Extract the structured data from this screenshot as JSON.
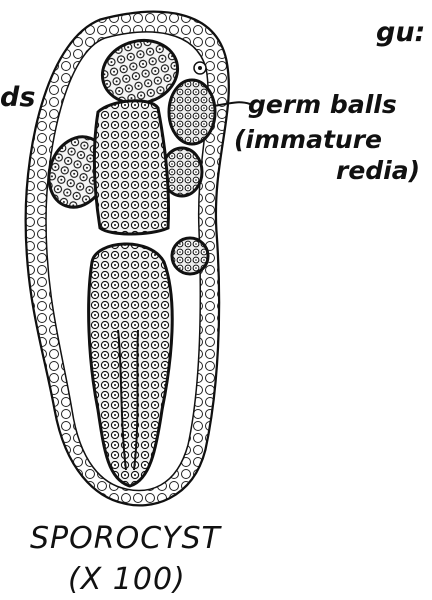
{
  "labels": {
    "corner_fragment": "gu:",
    "left_fragment": "ds",
    "germ_balls": "germ balls",
    "immature": "(immature",
    "redia": "redia)",
    "title": "SPOROCYST",
    "magnification": "(X 100)"
  },
  "colors": {
    "ink": "#111111",
    "paper": "#ffffff"
  }
}
